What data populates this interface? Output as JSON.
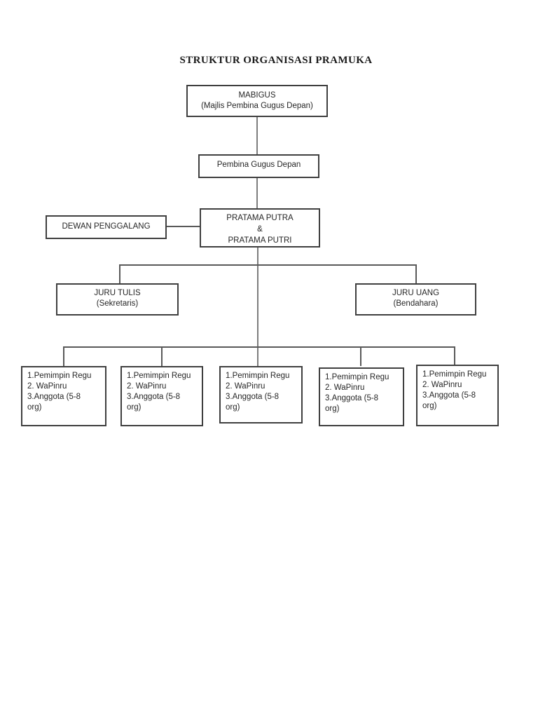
{
  "title": "STRUKTUR ORGANISASI PRAMUKA",
  "org": {
    "mabigus": {
      "lines": [
        "MABIGUS",
        "(Majlis Pembina Gugus Depan)"
      ]
    },
    "pembina": {
      "lines": [
        "Pembina Gugus Depan"
      ]
    },
    "dewan": {
      "lines": [
        "DEWAN PENGGALANG"
      ]
    },
    "pratama": {
      "lines": [
        "PRATAMA PUTRA",
        "&",
        "PRATAMA PUTRI"
      ]
    },
    "juru_tulis": {
      "lines": [
        "JURU TULIS",
        "(Sekretaris)"
      ]
    },
    "juru_uang": {
      "lines": [
        "JURU UANG",
        "(Bendahara)"
      ]
    },
    "squad": {
      "lines": [
        "1.Pemimpin Regu",
        "2. WaPinru",
        "3.Anggota (5-8",
        "org)"
      ]
    },
    "squad_count": 5
  },
  "hierarchy": {
    "root": "MABIGUS (Majlis Pembina Gugus Depan)",
    "edges": [
      [
        "MABIGUS (Majlis Pembina Gugus Depan)",
        "Pembina Gugus Depan"
      ],
      [
        "Pembina Gugus Depan",
        "PRATAMA PUTRA & PRATAMA PUTRI"
      ],
      [
        "PRATAMA PUTRA & PRATAMA PUTRI",
        "DEWAN PENGGALANG"
      ],
      [
        "PRATAMA PUTRA & PRATAMA PUTRI",
        "JURU TULIS (Sekretaris)"
      ],
      [
        "PRATAMA PUTRA & PRATAMA PUTRI",
        "JURU UANG (Bendahara)"
      ],
      [
        "PRATAMA PUTRA & PRATAMA PUTRI",
        "Regu 1: 1.Pemimpin Regu, 2. WaPinru, 3.Anggota (5-8 org)"
      ],
      [
        "PRATAMA PUTRA & PRATAMA PUTRI",
        "Regu 2: 1.Pemimpin Regu, 2. WaPinru, 3.Anggota (5-8 org)"
      ],
      [
        "PRATAMA PUTRA & PRATAMA PUTRI",
        "Regu 3: 1.Pemimpin Regu, 2. WaPinru, 3.Anggota (5-8 org)"
      ],
      [
        "PRATAMA PUTRA & PRATAMA PUTRI",
        "Regu 4: 1.Pemimpin Regu, 2. WaPinru, 3.Anggota (5-8 org)"
      ],
      [
        "PRATAMA PUTRA & PRATAMA PUTRI",
        "Regu 5: 1.Pemimpin Regu, 2. WaPinru, 3.Anggota (5-8 org)"
      ]
    ]
  },
  "colors": {
    "border": "#3f3f3f",
    "line": "#595959",
    "line_light": "#7d7d7d",
    "text": "#262626",
    "background": "#ffffff"
  }
}
